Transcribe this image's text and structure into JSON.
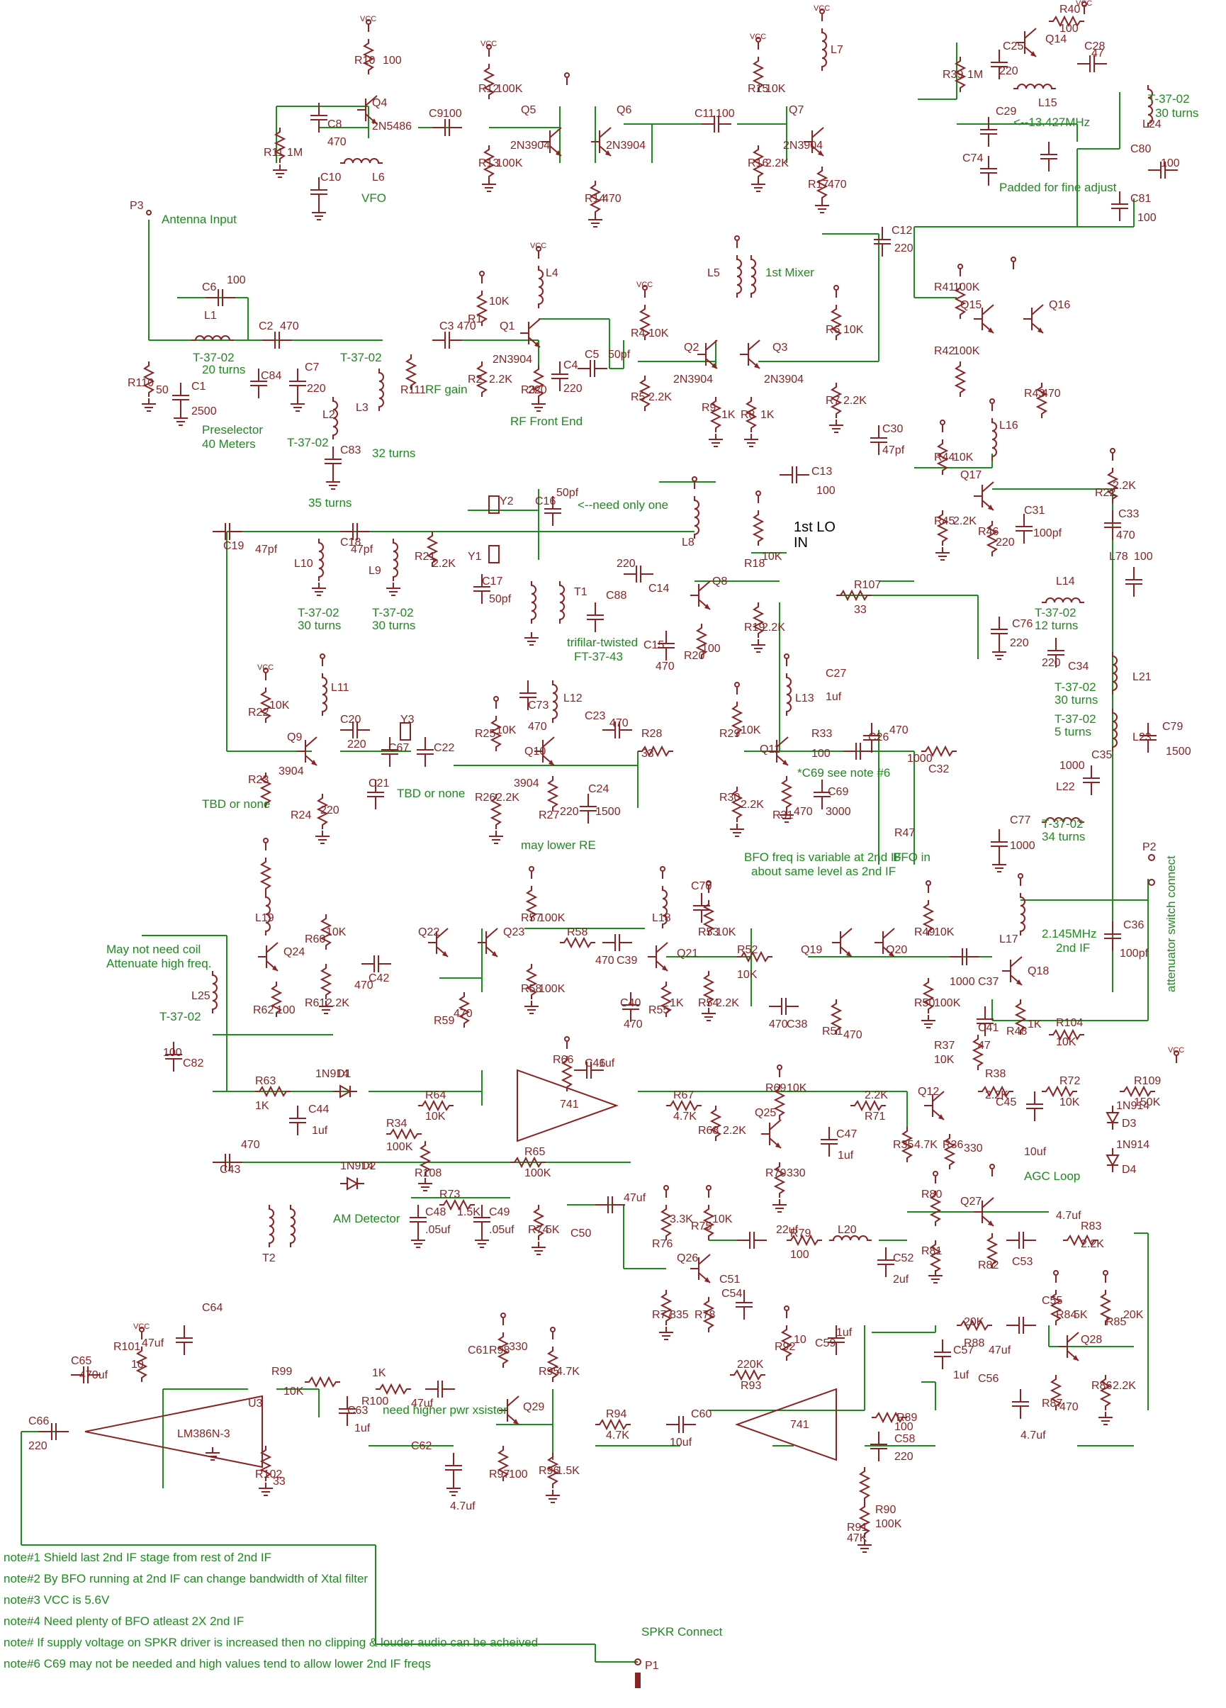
{
  "blocks": {
    "vfo": "VFO",
    "antenna": "Antenna Input",
    "preselector_1": "Preselector",
    "preselector_2": "40 Meters",
    "rf_front_end": "RF Front End",
    "rf_gain": "RF gain",
    "first_mixer": "1st Mixer",
    "first_lo_1": "1st LO",
    "first_lo_2": "IN",
    "padded": "Padded for fine adjust",
    "xtal_freq": "<--13.427MHz",
    "need_one": "<--need only one",
    "trifilar_1": "trifilar-twisted",
    "trifilar_2": "FT-37-43",
    "tbd_1": "TBD or none",
    "tbd_2": "TBD or none",
    "may_lower_re": "may lower RE",
    "c69_note": "*C69 see note #6",
    "bfo_var_1": "BFO freq is variable at 2nd IF",
    "bfo_var_2": "about same level as 2nd IF",
    "bfo_in": "BFO in",
    "attenuator": "attenuator switch connect",
    "second_if_1": "2.145MHz",
    "second_if_2": "2nd IF",
    "may_not_need_1": "May not need coil",
    "may_not_need_2": "Attenuate high freq.",
    "am_detector": "AM Detector",
    "agc_loop": "AGC Loop",
    "need_higher": "need higher pwr xsistor",
    "spkr": "SPKR Connect"
  },
  "coils": {
    "l1_a": "T-37-02",
    "l1_b": "20 turns",
    "l2": "T-37-02",
    "l2_b": "35 turns",
    "l3": "T-37-02",
    "l3_b": "32 turns",
    "l24_a": "T-37-02",
    "l24_b": "30 turns",
    "l10_a": "T-37-02",
    "l10_b": "30 turns",
    "l9_a": "T-37-02",
    "l9_b": "30 turns",
    "l14_a": "T-37-02",
    "l14_b": "12 turns",
    "l21_a": "T-37-02",
    "l21_b": "30 turns",
    "l22_a": "T-37-02",
    "l22_b": "5 turns",
    "l23_a": "T-37-02",
    "l23_b": "34 turns",
    "l25": "T-37-02"
  },
  "parts": {
    "r10": "R10",
    "r10v": "100",
    "q4": "Q4",
    "q4t": "2N5486",
    "r11": "R11",
    "r11v": "1M",
    "c8": "C8",
    "c8v": "470",
    "c10": "C10",
    "l6": "L6",
    "c9": "C9",
    "c9v": "100",
    "r12": "R12",
    "r12v": "100K",
    "r13": "R13",
    "r13v": "100K",
    "q5": "Q5",
    "q5t": "2N3904",
    "q6": "Q6",
    "q6t": "2N3904",
    "r14": "R14",
    "r14v": "470",
    "c11": "C11",
    "c11v": "100",
    "r15": "R15",
    "r15v": "10K",
    "r16": "R16",
    "r16v": "2.2K",
    "q7": "Q7",
    "q7t": "2N3904",
    "r17": "R17",
    "r17v": "470",
    "l7": "L7",
    "c12": "C12",
    "c12v": "220",
    "r40": "R40",
    "r40v": "100",
    "q14": "Q14",
    "c25": "C25",
    "c25v": "220",
    "c28": "C28",
    "c28v": "47",
    "r39": "R39",
    "r39v": "1M",
    "l15": "L15",
    "c29": "C29",
    "c74": "C74",
    "l24": "L24",
    "c80": "C80",
    "c80v": "100",
    "c81": "C81",
    "c81v": "100",
    "r110": "R110",
    "r110v": "50",
    "c1": "C1",
    "c1v": "2500",
    "c6": "C6",
    "c6v": "100",
    "l1": "L1",
    "c2": "C2",
    "c2v": "470",
    "c84": "C84",
    "c7": "C7",
    "c7v": "220",
    "l2": "L2",
    "c83": "C83",
    "l3": "L3",
    "r111": "R111",
    "c3": "C3",
    "c3v": "470",
    "r1": "R1",
    "r1v": "10K",
    "r2": "R2",
    "r2v": "2.2K",
    "q1": "Q1",
    "q1t": "2N3904",
    "l4": "L4",
    "r3": "R3",
    "r3v": "220",
    "c4": "C4",
    "c4v": "220",
    "c5": "C5",
    "c5v": "50pf",
    "r4": "R4",
    "r4v": "10K",
    "r5": "R5",
    "r5v": "2.2K",
    "l5": "L5",
    "q2": "Q2",
    "q2t": "2N3904",
    "q3": "Q3",
    "q3t": "2N3904",
    "r9": "R9",
    "r9v": "1K",
    "r8": "R8",
    "r8v": "1K",
    "r6": "R6",
    "r6v": "10K",
    "r7": "R7",
    "r7v": "2.2K",
    "c13": "C13",
    "c13v": "100",
    "r41": "R41",
    "r41v": "100K",
    "r42": "R42",
    "r42v": "100K",
    "q15": "Q15",
    "q16": "Q16",
    "r43": "R43",
    "r43v": "470",
    "c30": "C30",
    "c30v": "47pf",
    "r44": "R44",
    "r44v": "10K",
    "r45": "R45",
    "r45v": "2.2K",
    "q17": "Q17",
    "l16": "L16",
    "r46": "R46",
    "r46v": "220",
    "c31": "C31",
    "c31v": "100pf",
    "r22b": "R22",
    "r22bv": "2.2K",
    "c33": "C33",
    "c33v": "470",
    "l78": "L78",
    "c78v": "100",
    "y2": "Y2",
    "c16": "C16",
    "c16v": "50pf",
    "y1": "Y1",
    "c17": "C17",
    "c17v": "50pf",
    "t1": "T1",
    "c88": "C88",
    "c19": "C19",
    "c19v": "47pf",
    "l10": "L10",
    "c18": "C18",
    "c18v": "47pf",
    "l9": "L9",
    "r21": "R21",
    "r21v": "2.2K",
    "c14": "C14",
    "c14v": "220",
    "l8": "L8",
    "q8": "Q8",
    "r18": "R18",
    "r18v": "10K",
    "r19": "R19",
    "r19v": "2.2K",
    "c15": "C15",
    "c15v": "470",
    "r20": "R20",
    "r20v": "100",
    "r107": "R107",
    "r107v": "33",
    "l14": "L14",
    "c76": "C76",
    "c76v": "220",
    "c34": "C34",
    "c34v": "220",
    "l21": "L21",
    "l23": "L23",
    "c79": "C79",
    "c79v": "1500",
    "c35": "C35",
    "c35v": "1000",
    "l22": "L22",
    "c77": "C77",
    "c77v": "1000",
    "r22": "R22",
    "r22v": "10K",
    "l11": "L11",
    "q9": "Q9",
    "q9t": "3904",
    "r23": "R23",
    "r24": "R24",
    "r24v": "220",
    "c20": "C20",
    "c20v": "220",
    "y3": "Y3",
    "c67": "C67",
    "c22": "C22",
    "c21": "C21",
    "r25": "R25",
    "r25v": "10K",
    "c73": "C73",
    "c73v": "470",
    "l12": "L12",
    "q10": "Q10",
    "q10t": "3904",
    "r26": "R26",
    "r26v": "2.2K",
    "r27": "R27",
    "r27v": "220",
    "c23": "C23",
    "c23v": "470",
    "c24": "C24",
    "c24v": "1500",
    "r28": "R28",
    "r28v": "33",
    "r29": "R29",
    "r29v": "10K",
    "r30": "R30",
    "r30v": "2.2K",
    "q11": "Q11",
    "r31": "R31",
    "r31v": "470",
    "l13": "L13",
    "c27": "C27",
    "c27v": "1uf",
    "r33": "R33",
    "r33v": "100",
    "c26": "C26",
    "c26v": "470",
    "c69": "C69",
    "c69v": "3000",
    "c32": "C32",
    "c32v": "1000",
    "r47": "R47",
    "l19": "L19",
    "q24": "Q24",
    "r60": "R60",
    "r60v": "10K",
    "r61": "R61",
    "r61v": "2.2K",
    "r62": "R62",
    "r62v": "100",
    "c42": "C42",
    "c42v": "470",
    "l25": "L25",
    "c82": "C82",
    "c82v": "100",
    "q22": "Q22",
    "q23": "Q23",
    "r57": "R57",
    "r57v": "100K",
    "r58b": "R58",
    "r58bv": "100K",
    "r59": "R59",
    "r59v": "470",
    "r58": "R58",
    "c39": "C39",
    "c39v": "470",
    "l18": "L18",
    "c70": "C70",
    "q21": "Q21",
    "r53": "R53",
    "r53v": "10K",
    "r54": "R54",
    "r54v": "2.2K",
    "r55": "R55",
    "r55v": "1K",
    "c40": "C40",
    "c40v": "470",
    "r52": "R52",
    "r52v": "10K",
    "c38": "C38",
    "c38v": "470",
    "q19": "Q19",
    "q20": "Q20",
    "r51": "R51",
    "r51v": "470",
    "r49": "R49",
    "r49v": "10K",
    "r50": "R50",
    "r50v": "100K",
    "c37": "C37",
    "c37v": "1000",
    "l17": "L17",
    "q18": "Q18",
    "r48": "R48",
    "r48v": "1K",
    "c41": "C41",
    "c41v": "47",
    "c36": "C36",
    "c36v": "100pf",
    "r104": "R104",
    "r104v": "10K",
    "r63": "R63",
    "r63v": "1K",
    "d1": "D1",
    "d1t": "1N914",
    "c44": "C44",
    "c44v": "1uf",
    "r64": "R64",
    "r64v": "10K",
    "r34": "R34",
    "r34v": "100K",
    "r108": "R108",
    "r66": "R66",
    "c46": "C46",
    "c46v": "1uf",
    "opamp1": "741",
    "r65": "R65",
    "r65v": "100K",
    "r67": "R67",
    "r67v": "4.7K",
    "r68": "R68",
    "r68v": "2.2K",
    "q25": "Q25",
    "r69": "R69",
    "r69v": "10K",
    "r70": "R70",
    "r70v": "330",
    "c47": "C47",
    "c47v": "1uf",
    "r71": "R71",
    "r71v": "2.2K",
    "q12": "Q12",
    "r35": "R35",
    "r35v": "4.7K",
    "r36": "R36",
    "r36v": "330",
    "r38": "R38",
    "r38v": "2.2K",
    "c45": "C45",
    "c45v": "10uf",
    "r72": "R72",
    "r72v": "10K",
    "r109": "R109",
    "r109v": "150K",
    "d3": "D3",
    "d3t": "1N914",
    "d4": "D4",
    "d4t": "1N914",
    "r37": "R37",
    "r37v": "10K",
    "c43": "C43",
    "c43v": "470",
    "t2": "T2",
    "d2": "D2",
    "d2t": "1N914",
    "r73": "R73",
    "r73v": "1.5K",
    "c48": "C48",
    "c48v": ".05uf",
    "c49": "C49",
    "c49v": ".05uf",
    "r74": "R74",
    "r74v": "5K",
    "c50": "C50",
    "c50v": "47uf",
    "r76": "R76",
    "r76v": "3.3K",
    "r75": "R75",
    "r75v": "10K",
    "q26": "Q26",
    "r77": "R77",
    "r77v": "835",
    "r78": "R78",
    "c51": "C51",
    "c54": "C54",
    "c53b": "C53",
    "c53bv": "22uf",
    "r79": "R79",
    "r79v": "100",
    "l20": "L20",
    "c52": "C52",
    "c52v": "2uf",
    "r80": "R80",
    "r81": "R81",
    "q27": "Q27",
    "r82": "R82",
    "c53": "C53",
    "c53v": "4.7uf",
    "r83": "R83",
    "r83v": "2.2K",
    "c55": "C55",
    "r84": "R84",
    "r84v": "5K",
    "r85": "R85",
    "r85v": "20K",
    "q28": "Q28",
    "r86": "R86",
    "r86v": "2.2K",
    "r87": "R87",
    "r87v": "470",
    "c87v": "4.7uf",
    "r88": "R88",
    "r88v": "20K",
    "c56": "C56",
    "c56v": "47uf",
    "c57": "C57",
    "c57v": "1uf",
    "r89": "R89",
    "r89v": "100",
    "c58": "C58",
    "c58v": "220",
    "r92": "R92",
    "r92v": "10",
    "c59": "C59",
    "c59v": "1uf",
    "r93": "R93",
    "r93v": "220K",
    "opamp2": "741",
    "c60": "C60",
    "r94": "R94",
    "r94v": "4.7K",
    "c60v": "10uf",
    "r90": "R90",
    "r90v": "100K",
    "r91": "R91",
    "r91v": "47K",
    "r98": "R98",
    "r98v": "330",
    "r95": "R95",
    "r95v": "4.7K",
    "q29": "Q29",
    "r96": "R96",
    "r96v": "1.5K",
    "r97": "R97",
    "r97v": "100",
    "c61": "C61",
    "c62": "C62",
    "c62v": "4.7uf",
    "r101": "R101",
    "r101v": "10",
    "c64": "C64",
    "c64v": "47uf",
    "c65": "C65",
    "c65v": "470uf",
    "c66": "C66",
    "c66v": "220",
    "u3": "U3",
    "lm386": "LM386N-3",
    "r99": "R99",
    "r99v": "10K",
    "r100": "R100",
    "r100v": "1K",
    "c63": "C63",
    "c63v": "1uf",
    "c61v": "47uf",
    "r102": "R102",
    "r102v": "33",
    "p3": "P3",
    "p2": "P2",
    "p1": "P1"
  },
  "notes": [
    "note#1 Shield last 2nd IF stage from rest of 2nd IF",
    "note#2 By BFO running at 2nd IF can change bandwidth of Xtal filter",
    "note#3 VCC is 5.6V",
    "note#4 Need plenty of BFO atleast 2X 2nd IF",
    "note# If supply voltage on SPKR driver is increased then no clipping & louder audio can be acheived",
    "note#6 C69 may not be needed and high values tend to allow lower 2nd IF freqs"
  ],
  "vcc": "VCC",
  "colors": {
    "wire": "#1f8a1f",
    "component": "#8a2323",
    "text_green": "#1f8a1f"
  }
}
